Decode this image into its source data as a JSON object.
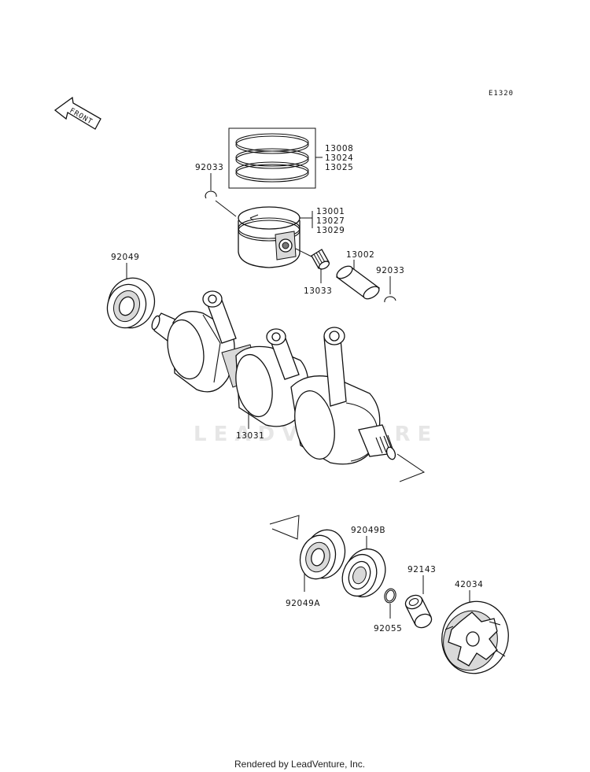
{
  "diagram_code": "E1320",
  "front_label": "FRONT",
  "watermark": "LEADVENTURE",
  "footer": "Rendered by LeadVenture, Inc.",
  "parts": {
    "ring_set": [
      "13008",
      "13024",
      "13025"
    ],
    "piston": [
      "13001",
      "13027",
      "13029"
    ],
    "circlip_left": "92033",
    "circlip_right": "92033",
    "pin": "13002",
    "needle_bearing": "13033",
    "oil_seal_left": "92049",
    "crankshaft": "13031",
    "oil_seal_a": "92049A",
    "oil_seal_b": "92049B",
    "o_ring": "92055",
    "collar": "92143",
    "coupling": "42034"
  }
}
